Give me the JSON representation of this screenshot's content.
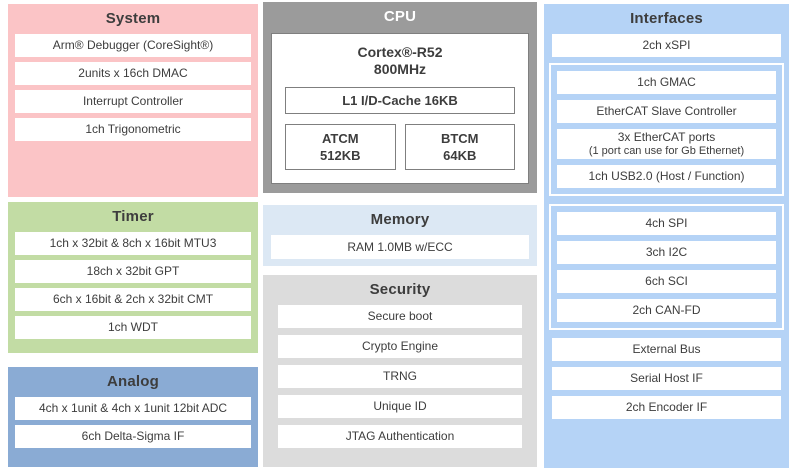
{
  "diagram": {
    "colors": {
      "system": "#fbc4c6",
      "timer": "#c2dca4",
      "analog": "#8aabd4",
      "cpu": "#9b9b9b",
      "memory": "#dce8f4",
      "security": "#dcdcdc",
      "interfaces": "#b5d3f6"
    },
    "system": {
      "title": "System",
      "items": [
        "Arm® Debugger (CoreSight®)",
        "2units x 16ch DMAC",
        "Interrupt Controller",
        "1ch Trigonometric"
      ]
    },
    "timer": {
      "title": "Timer",
      "items": [
        "1ch x 32bit & 8ch x 16bit MTU3",
        "18ch x 32bit GPT",
        "6ch x 16bit & 2ch x 32bit CMT",
        "1ch WDT"
      ]
    },
    "analog": {
      "title": "Analog",
      "items": [
        "4ch x 1unit & 4ch x 1unit 12bit ADC",
        "6ch Delta-Sigma IF"
      ]
    },
    "cpu": {
      "title": "CPU",
      "core_name": "Cortex®-R52",
      "core_freq": "800MHz",
      "cache": "L1 I/D-Cache 16KB",
      "atcm_name": "ATCM",
      "atcm_size": "512KB",
      "btcm_name": "BTCM",
      "btcm_size": "64KB"
    },
    "memory": {
      "title": "Memory",
      "items": [
        "RAM 1.0MB w/ECC"
      ]
    },
    "security": {
      "title": "Security",
      "items": [
        "Secure boot",
        "Crypto Engine",
        "TRNG",
        "Unique ID",
        "JTAG Authentication"
      ]
    },
    "interfaces": {
      "title": "Interfaces",
      "xspi": "2ch xSPI",
      "ethernet_group": {
        "gmac": "1ch GMAC",
        "ethercat_slave": "EtherCAT Slave Controller",
        "ethercat_ports_line1": "3x EtherCAT ports",
        "ethercat_ports_line2": "(1 port can use for Gb Ethernet)",
        "usb": "1ch USB2.0 (Host / Function)"
      },
      "serial_group": {
        "items": [
          "4ch SPI",
          "3ch I2C",
          "6ch SCI",
          "2ch CAN-FD"
        ]
      },
      "bottom_items": [
        "External Bus",
        "Serial Host IF",
        "2ch Encoder IF"
      ]
    }
  }
}
